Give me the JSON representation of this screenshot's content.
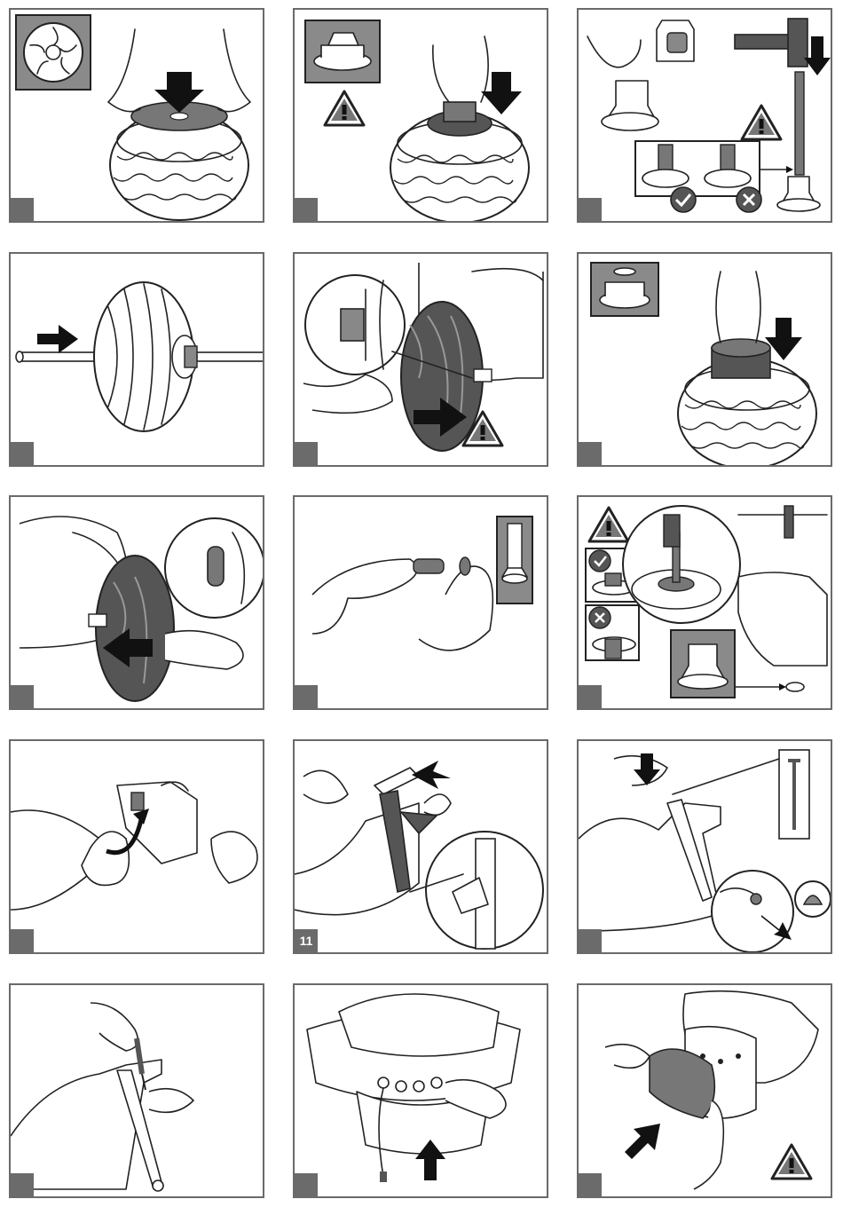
{
  "steps": [
    {
      "id": 1,
      "label": ""
    },
    {
      "id": 2,
      "label": ""
    },
    {
      "id": 3,
      "label": ""
    },
    {
      "id": 4,
      "label": ""
    },
    {
      "id": 5,
      "label": ""
    },
    {
      "id": 6,
      "label": ""
    },
    {
      "id": 7,
      "label": ""
    },
    {
      "id": 8,
      "label": ""
    },
    {
      "id": 9,
      "label": ""
    },
    {
      "id": 10,
      "label": ""
    },
    {
      "id": 11,
      "label": "11"
    },
    {
      "id": 12,
      "label": ""
    },
    {
      "id": 13,
      "label": ""
    },
    {
      "id": 14,
      "label": ""
    },
    {
      "id": 15,
      "label": ""
    }
  ],
  "icons": {
    "warning": "warning-triangle-icon",
    "correct": "check-circle-icon",
    "incorrect": "cross-circle-icon",
    "direction": "arrow-icon"
  },
  "colors": {
    "border": "#6a6a6a",
    "step_badge": "#6b6b6b",
    "inset_background": "#8a8a8a",
    "line": "#222222"
  }
}
